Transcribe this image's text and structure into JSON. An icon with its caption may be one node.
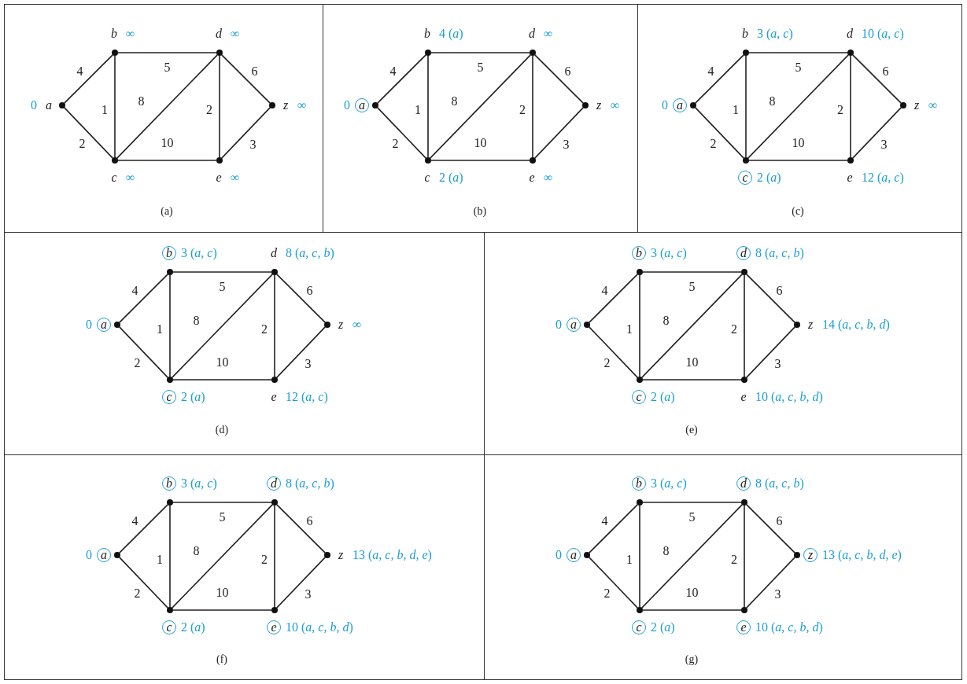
{
  "diagram": {
    "nodes": [
      {
        "text": [
          "(a)"
        ]
      },
      {
        "text": [],
        "shape": "circle",
        "in": 0,
        "beside": [
          "a",
          "0"
        ]
      },
      {
        "text": [],
        "shape": "circle",
        "in": 0,
        "beside": [
          "b",
          "∞"
        ]
      },
      {
        "text": [],
        "shape": "circle",
        "in": 0,
        "beside": [
          "c",
          "∞"
        ]
      },
      {
        "text": [],
        "shape": "circle",
        "in": 0,
        "beside": [
          "d",
          "∞"
        ]
      },
      {
        "text": [],
        "shape": "circle",
        "in": 0,
        "beside": [
          "e",
          "∞"
        ]
      },
      {
        "text": [],
        "shape": "circle",
        "in": 0,
        "beside": [
          "z",
          "∞"
        ]
      },
      {
        "text": [
          "(b)"
        ]
      },
      {
        "text": [],
        "shape": "circle",
        "in": 7
      },
      {
        "text": [],
        "shape": "circle",
        "in": 7,
        "beside": [
          "b",
          "4 (*a*)"
        ]
      },
      {
        "text": [],
        "shape": "circle",
        "in": 7,
        "beside": [
          "c",
          "2 (*a*)"
        ]
      },
      {
        "text": [],
        "shape": "circle",
        "in": 7,
        "beside": [
          "d",
          "∞"
        ]
      },
      {
        "text": [],
        "shape": "circle",
        "in": 7,
        "beside": [
          "e",
          "∞"
        ]
      },
      {
        "text": [],
        "shape": "circle",
        "in": 7,
        "beside": [
          "z",
          "∞"
        ]
      },
      {
        "text": [
          "(c)"
        ]
      },
      {
        "text": [],
        "shape": "circle",
        "in": 14
      },
      {
        "text": [],
        "shape": "circle",
        "in": 14,
        "beside": [
          "b",
          "3 (*a*, *c*)"
        ]
      },
      {
        "text": [],
        "shape": "circle",
        "in": 14
      },
      {
        "text": [],
        "shape": "circle",
        "in": 14,
        "beside": [
          "d",
          "10 (*a*, *c*)"
        ]
      },
      {
        "text": [],
        "shape": "circle",
        "in": 14,
        "beside": [
          "e",
          "12 (*a*, *c*)"
        ]
      },
      {
        "text": [],
        "shape": "circle",
        "in": 14,
        "beside": [
          "z",
          "∞"
        ]
      },
      {
        "text": [
          "(d)"
        ]
      },
      {
        "text": [],
        "shape": "circle",
        "in": 21
      },
      {
        "text": [],
        "shape": "circle",
        "in": 21
      },
      {
        "text": [],
        "shape": "circle",
        "in": 21
      },
      {
        "text": [],
        "shape": "circle",
        "in": 21,
        "beside": [
          "d",
          "8 (*a*, *c*, *b*)"
        ]
      },
      {
        "text": [],
        "shape": "circle",
        "in": 21,
        "beside": [
          "e",
          "12 (*a*, *c*)"
        ]
      },
      {
        "text": [],
        "shape": "circle",
        "in": 21,
        "beside": [
          "z",
          "∞"
        ]
      },
      {
        "text": [
          "(e)"
        ]
      },
      {
        "text": [],
        "shape": "circle",
        "in": 28
      },
      {
        "text": [],
        "shape": "circle",
        "in": 28
      },
      {
        "text": [],
        "shape": "circle",
        "in": 28
      },
      {
        "text": [],
        "shape": "circle",
        "in": 28
      },
      {
        "text": [],
        "shape": "circle",
        "in": 28,
        "beside": [
          "e",
          "10 (*a*, *c*, *b*, *d*)"
        ]
      },
      {
        "text": [],
        "shape": "circle",
        "in": 28,
        "beside": [
          "z",
          "14 (*a*, *c*, *b*, *d*)"
        ]
      },
      {
        "text": [
          "(f)"
        ]
      },
      {
        "text": [],
        "shape": "circle",
        "in": 35
      },
      {
        "text": [],
        "shape": "circle",
        "in": 35
      },
      {
        "text": [],
        "shape": "circle",
        "in": 35
      },
      {
        "text": [],
        "shape": "circle",
        "in": 35
      },
      {
        "text": [],
        "shape": "circle",
        "in": 35
      },
      {
        "text": [],
        "shape": "circle",
        "in": 35,
        "beside": [
          "z",
          "13 (*a*, *c*, *b*, *d*, *e*)"
        ]
      },
      {
        "text": [
          "(g)"
        ]
      },
      {
        "text": [],
        "shape": "circle",
        "in": 42
      },
      {
        "text": [],
        "shape": "circle",
        "in": 42
      },
      {
        "text": [],
        "shape": "circle",
        "in": 42
      },
      {
        "text": [],
        "shape": "circle",
        "in": 42
      },
      {
        "text": [],
        "shape": "circle",
        "in": 42
      },
      {
        "text": [],
        "shape": "circle",
        "in": 42
      },
      {
        "text": [
          "a"
        ],
        "in": 7,
        "beside": [
          "0"
        ]
      },
      {
        "text": [
          "a"
        ],
        "in": 14,
        "beside": [
          "0"
        ]
      },
      {
        "text": [
          "c"
        ],
        "in": 14,
        "beside": [
          "2 (*a*)"
        ]
      },
      {
        "text": [
          "a"
        ],
        "in": 21,
        "beside": [
          "0"
        ]
      },
      {
        "text": [
          "b"
        ],
        "in": 21,
        "beside": [
          "3 (*a*, *c*)"
        ]
      },
      {
        "text": [
          "c"
        ],
        "in": 21,
        "beside": [
          "2 (*a*)"
        ]
      },
      {
        "text": [
          "a"
        ],
        "in": 28,
        "beside": [
          "0"
        ]
      },
      {
        "text": [
          "b"
        ],
        "in": 28,
        "beside": [
          "3 (*a*, *c*)"
        ]
      },
      {
        "text": [
          "c"
        ],
        "in": 28,
        "beside": [
          "2 (*a*)"
        ]
      },
      {
        "text": [
          "d"
        ],
        "in": 28,
        "beside": [
          "8 (*a*, *c*, *b*)"
        ]
      },
      {
        "text": [
          "a"
        ],
        "in": 35,
        "beside": [
          "0"
        ]
      },
      {
        "text": [
          "b"
        ],
        "in": 35,
        "beside": [
          "3 (*a*, *c*)"
        ]
      },
      {
        "text": [
          "c"
        ],
        "in": 35,
        "beside": [
          "2 (*a*)"
        ]
      },
      {
        "text": [
          "d"
        ],
        "in": 35,
        "beside": [
          "8 (*a*, *c*, *b*)"
        ]
      },
      {
        "text": [
          "e"
        ],
        "in": 35,
        "beside": [
          "10 (*a*, *c*, *b*, *d*)"
        ]
      },
      {
        "text": [
          "a"
        ],
        "in": 42,
        "beside": [
          "0"
        ]
      },
      {
        "text": [
          "b"
        ],
        "in": 42,
        "beside": [
          "3 (*a*, *c*)"
        ]
      },
      {
        "text": [
          "c"
        ],
        "in": 42,
        "beside": [
          "2 (*a*)"
        ]
      },
      {
        "text": [
          "d"
        ],
        "in": 42,
        "beside": [
          "8 (*a*, *c*, *b*)"
        ]
      },
      {
        "text": [
          "e"
        ],
        "in": 42,
        "beside": [
          "10 (*a*, *c*, *b*, *d*)"
        ]
      },
      {
        "text": [
          "z"
        ],
        "in": 42,
        "beside": [
          "13 (*a*, *c*, *b*, *d*, *e*)"
        ]
      }
    ],
    "edges": [
      {
        "from": 1,
        "to": 2,
        "arrow": "none",
        "label": "4"
      },
      {
        "from": 1,
        "to": 3,
        "arrow": "none",
        "label": "2"
      },
      {
        "from": 2,
        "to": 3,
        "arrow": "none",
        "label": "1"
      },
      {
        "from": 2,
        "to": 4,
        "arrow": "none",
        "label": "5"
      },
      {
        "from": 3,
        "to": 4,
        "arrow": "none",
        "label": "8"
      },
      {
        "from": 3,
        "to": 5,
        "arrow": "none",
        "label": "10"
      },
      {
        "from": 4,
        "to": 5,
        "arrow": "none",
        "label": "2"
      },
      {
        "from": 4,
        "to": 6,
        "arrow": "none",
        "label": "6"
      },
      {
        "from": 5,
        "to": 6,
        "arrow": "none",
        "label": "3"
      },
      {
        "from": 8,
        "to": 9,
        "arrow": "none",
        "label": "4"
      },
      {
        "from": 8,
        "to": 10,
        "arrow": "none",
        "label": "2"
      },
      {
        "from": 9,
        "to": 10,
        "arrow": "none",
        "label": "1"
      },
      {
        "from": 9,
        "to": 11,
        "arrow": "none",
        "label": "5"
      },
      {
        "from": 10,
        "to": 11,
        "arrow": "none",
        "label": "8"
      },
      {
        "from": 10,
        "to": 12,
        "arrow": "none",
        "label": "10"
      },
      {
        "from": 11,
        "to": 12,
        "arrow": "none",
        "label": "2"
      },
      {
        "from": 11,
        "to": 13,
        "arrow": "none",
        "label": "6"
      },
      {
        "from": 12,
        "to": 13,
        "arrow": "none",
        "label": "3"
      },
      {
        "from": 15,
        "to": 16,
        "arrow": "none",
        "label": "4"
      },
      {
        "from": 15,
        "to": 17,
        "arrow": "none",
        "label": "2"
      },
      {
        "from": 16,
        "to": 17,
        "arrow": "none",
        "label": "1"
      },
      {
        "from": 16,
        "to": 18,
        "arrow": "none",
        "label": "5"
      },
      {
        "from": 17,
        "to": 18,
        "arrow": "none",
        "label": "8"
      },
      {
        "from": 17,
        "to": 19,
        "arrow": "none",
        "label": "10"
      },
      {
        "from": 18,
        "to": 19,
        "arrow": "none",
        "label": "2"
      },
      {
        "from": 18,
        "to": 20,
        "arrow": "none",
        "label": "6"
      },
      {
        "from": 19,
        "to": 20,
        "arrow": "none",
        "label": "3"
      },
      {
        "from": 22,
        "to": 23,
        "arrow": "none",
        "label": "4"
      },
      {
        "from": 22,
        "to": 24,
        "arrow": "none",
        "label": "2"
      },
      {
        "from": 23,
        "to": 24,
        "arrow": "none",
        "label": "1"
      },
      {
        "from": 23,
        "to": 25,
        "arrow": "none",
        "label": "5"
      },
      {
        "from": 24,
        "to": 25,
        "arrow": "none",
        "label": "8"
      },
      {
        "from": 24,
        "to": 26,
        "arrow": "none",
        "label": "10"
      },
      {
        "from": 25,
        "to": 26,
        "arrow": "none",
        "label": "2"
      },
      {
        "from": 25,
        "to": 27,
        "arrow": "none",
        "label": "6"
      },
      {
        "from": 26,
        "to": 27,
        "arrow": "none",
        "label": "3"
      },
      {
        "from": 29,
        "to": 30,
        "arrow": "none",
        "label": "4"
      },
      {
        "from": 29,
        "to": 31,
        "arrow": "none",
        "label": "2"
      },
      {
        "from": 30,
        "to": 31,
        "arrow": "none",
        "label": "1"
      },
      {
        "from": 30,
        "to": 32,
        "arrow": "none",
        "label": "5"
      },
      {
        "from": 31,
        "to": 32,
        "arrow": "none",
        "label": "8"
      },
      {
        "from": 31,
        "to": 33,
        "arrow": "none",
        "label": "10"
      },
      {
        "from": 32,
        "to": 33,
        "arrow": "none",
        "label": "2"
      },
      {
        "from": 32,
        "to": 34,
        "arrow": "none",
        "label": "6"
      },
      {
        "from": 33,
        "to": 34,
        "arrow": "none",
        "label": "3"
      },
      {
        "from": 36,
        "to": 37,
        "arrow": "none",
        "label": "4"
      },
      {
        "from": 36,
        "to": 38,
        "arrow": "none",
        "label": "2"
      },
      {
        "from": 37,
        "to": 38,
        "arrow": "none",
        "label": "1"
      },
      {
        "from": 37,
        "to": 39,
        "arrow": "none",
        "label": "5"
      },
      {
        "from": 38,
        "to": 39,
        "arrow": "none",
        "label": "8"
      },
      {
        "from": 38,
        "to": 40,
        "arrow": "none",
        "label": "10"
      },
      {
        "from": 39,
        "to": 40,
        "arrow": "none",
        "label": "2"
      },
      {
        "from": 39,
        "to": 41,
        "arrow": "none",
        "label": "6"
      },
      {
        "from": 40,
        "to": 41,
        "arrow": "none",
        "label": "3"
      },
      {
        "from": 43,
        "to": 44,
        "arrow": "none",
        "label": "4"
      },
      {
        "from": 43,
        "to": 45,
        "arrow": "none",
        "label": "2"
      },
      {
        "from": 44,
        "to": 45,
        "arrow": "none",
        "label": "1"
      },
      {
        "from": 44,
        "to": 46,
        "arrow": "none",
        "label": "5"
      },
      {
        "from": 45,
        "to": 46,
        "arrow": "none",
        "label": "8"
      },
      {
        "from": 45,
        "to": 47,
        "arrow": "none",
        "label": "10"
      },
      {
        "from": 46,
        "to": 47,
        "arrow": "none",
        "label": "2"
      },
      {
        "from": 46,
        "to": 48,
        "arrow": "none",
        "label": "6"
      },
      {
        "from": 47,
        "to": 48,
        "arrow": "none",
        "label": "3"
      }
    ]
  }
}
